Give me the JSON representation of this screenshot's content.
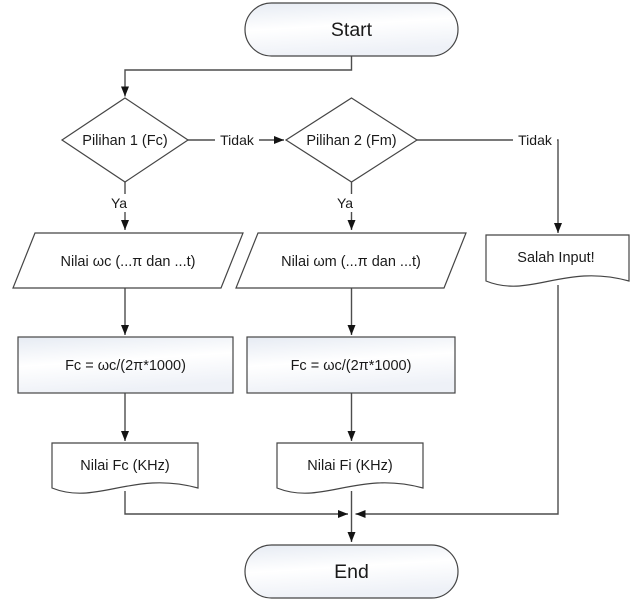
{
  "nodes": {
    "start": {
      "label": "Start",
      "type": "terminator"
    },
    "decision_pilihan1": {
      "label": "Pilihan 1 (Fc)",
      "type": "decision"
    },
    "decision_pilihan2": {
      "label": "Pilihan 2 (Fm)",
      "type": "decision"
    },
    "input_omega_c": {
      "label": "Nilai ωc (...π dan ...t)",
      "type": "input"
    },
    "input_omega_m": {
      "label": "Nilai ωm (...π dan ...t)",
      "type": "input"
    },
    "doc_salah_input": {
      "label": "Salah Input!",
      "type": "document"
    },
    "process_fc_left": {
      "label": "Fc = ωc/(2π*1000)",
      "type": "process"
    },
    "process_fc_right": {
      "label": "Fc = ωc/(2π*1000)",
      "type": "process"
    },
    "doc_nilai_fc": {
      "label": "Nilai Fc (KHz)",
      "type": "document"
    },
    "doc_nilai_fi": {
      "label": "Nilai Fi (KHz)",
      "type": "document"
    },
    "end": {
      "label": "End",
      "type": "terminator"
    }
  },
  "edge_labels": {
    "tidak_1": "Tidak",
    "tidak_2": "Tidak",
    "ya_1": "Ya",
    "ya_2": "Ya"
  },
  "colors": {
    "background": "#ffffff",
    "shape_gradient_start": "#e6ebf3",
    "shape_gradient_mid": "#ffffff",
    "shape_gradient_end": "#eef1f7",
    "shape_fill": "#ffffff",
    "shape_stroke": "#454545",
    "connector_stroke": "#4d4d4d",
    "arrowhead": "#141414",
    "text": "#1a1a1a"
  }
}
